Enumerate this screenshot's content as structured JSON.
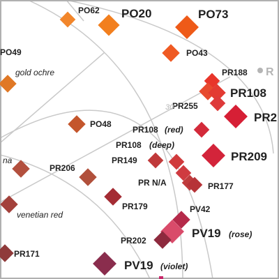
{
  "markers": [
    {
      "id": "po62",
      "color": "#f2862b"
    },
    {
      "id": "po20",
      "color": "#f27f1e"
    },
    {
      "id": "po73",
      "color": "#ee5a18"
    },
    {
      "id": "po49",
      "color": "#e07825"
    },
    {
      "id": "po43",
      "color": "#ef5a23"
    },
    {
      "id": "pr188",
      "color": "#e8352a"
    },
    {
      "id": "pr108-a",
      "color": "#e74a2e"
    },
    {
      "id": "pr108-b",
      "color": "#e33b32"
    },
    {
      "id": "pr255",
      "color": "#de3a3a"
    },
    {
      "id": "pr2x",
      "color": "#d61f35"
    },
    {
      "id": "po48",
      "color": "#c4562c"
    },
    {
      "id": "pr108-red",
      "color": "#d32a3a"
    },
    {
      "id": "pr209",
      "color": "#d3243a"
    },
    {
      "id": "pr149",
      "color": "#c0393a"
    },
    {
      "id": "pr-deep",
      "color": "#d03a3c"
    },
    {
      "id": "pr-na-a",
      "color": "#cf3b40"
    },
    {
      "id": "pr-na-b",
      "color": "#bf3b3c"
    },
    {
      "id": "pr177",
      "color": "#b63338"
    },
    {
      "id": "pr206",
      "color": "#b1503b"
    },
    {
      "id": "na",
      "color": "#b3503e"
    },
    {
      "id": "pr179",
      "color": "#a42c34"
    },
    {
      "id": "venetian-red",
      "color": "#a3413b"
    },
    {
      "id": "pv42",
      "color": "#b52a4a"
    },
    {
      "id": "pv19-rose",
      "color": "#d94b6a"
    },
    {
      "id": "pr202",
      "color": "#8e2a3e"
    },
    {
      "id": "pr171",
      "color": "#8f3a3a"
    },
    {
      "id": "pv19-violet",
      "color": "#8a2d4d"
    }
  ],
  "labels": {
    "po62": "PO62",
    "po20": "PO20",
    "po73": "PO73",
    "po49": "PO49",
    "po43": "PO43",
    "gold_ochre": "gold ochre",
    "pr188": "PR188",
    "r_partial": "R",
    "pr108": "PR108",
    "pr255": "PR255",
    "pr2_partial": "PR2",
    "po48": "PO48",
    "pr108_red": "PR108",
    "pr108_red_sub": "(red)",
    "pr108_deep": "PR108",
    "pr108_deep_sub": "(deep)",
    "pr209": "PR209",
    "pr149": "PR149",
    "pr_na": "PR N/A",
    "pr177": "PR177",
    "na_partial": "na",
    "pr206": "PR206",
    "pr179": "PR179",
    "venetian_red": "venetian red",
    "pv42": "PV42",
    "pv19_rose": "PV19",
    "pv19_rose_sub": "(rose)",
    "pr202": "PR202",
    "pr171": "PR171",
    "pv19_violet": "PV19",
    "pv19_violet_sub": "(violet)",
    "axis_tick": "30"
  }
}
